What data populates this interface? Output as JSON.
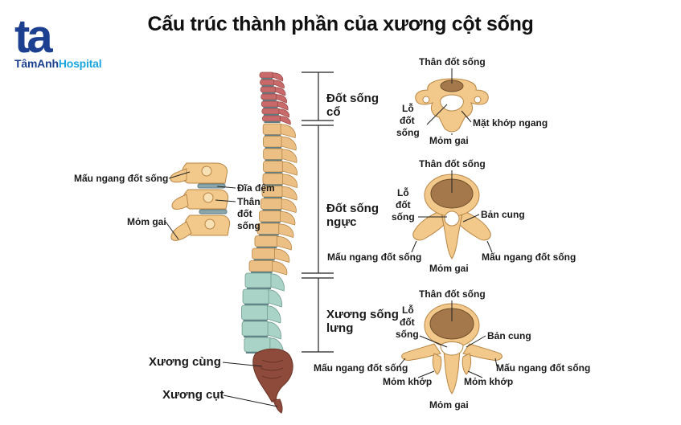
{
  "title": "Cấu trúc thành phần của xương cột sống",
  "brand": {
    "mark": "ta",
    "name_part1": "TâmAnh",
    "name_part2": "Hospital",
    "colors": {
      "primary": "#1d3f8f",
      "accent": "#1ba6e0"
    }
  },
  "regions": {
    "cervical": [
      "Đốt sống",
      "cổ"
    ],
    "thoracic": [
      "Đốt sống",
      "ngực"
    ],
    "lumbar": [
      "Xương sống",
      "lưng"
    ]
  },
  "spine_labels": {
    "sacrum": "Xương cùng",
    "coccyx": "Xương cụt"
  },
  "side_view": {
    "transverse": "Mấu ngang đốt sống",
    "disc": "Đĩa đệm",
    "body": [
      "Thân",
      "đốt",
      "sống"
    ],
    "spinous": "Mỏm gai"
  },
  "cervical_vertebra": {
    "body": "Thân đốt sống",
    "foramen": [
      "Lỗ",
      "đốt",
      "sống"
    ],
    "facet": "Mặt khớp ngang",
    "spinous": "Mỏm gai"
  },
  "thoracic_vertebra": {
    "body": "Thân đốt sống",
    "foramen": [
      "Lỗ",
      "đốt",
      "sống"
    ],
    "lamina": "Bản cung",
    "transverse_left": "Mấu ngang đốt sống",
    "transverse_right": "Mấu ngang đốt sống",
    "spinous": "Mỏm gai"
  },
  "lumbar_vertebra": {
    "body": "Thân đốt sống",
    "foramen": [
      "Lỗ",
      "đốt",
      "sống"
    ],
    "lamina": "Bản cung",
    "transverse_left": "Mấu ngang đốt sống",
    "transverse_right": "Mấu ngang đốt sống",
    "articular_left": "Mỏm khớp",
    "articular_right": "Mỏm khớp",
    "spinous": "Mỏm gai"
  },
  "colors": {
    "cervical": "#c96a6a",
    "thoracic": "#ecbf85",
    "lumbar": "#a9d3c6",
    "sacrum": "#8e4a3b",
    "disc": "#5f7f86",
    "bone": "#f2c98a",
    "bone_dark": "#b88647",
    "spongy": "#a4784a"
  }
}
